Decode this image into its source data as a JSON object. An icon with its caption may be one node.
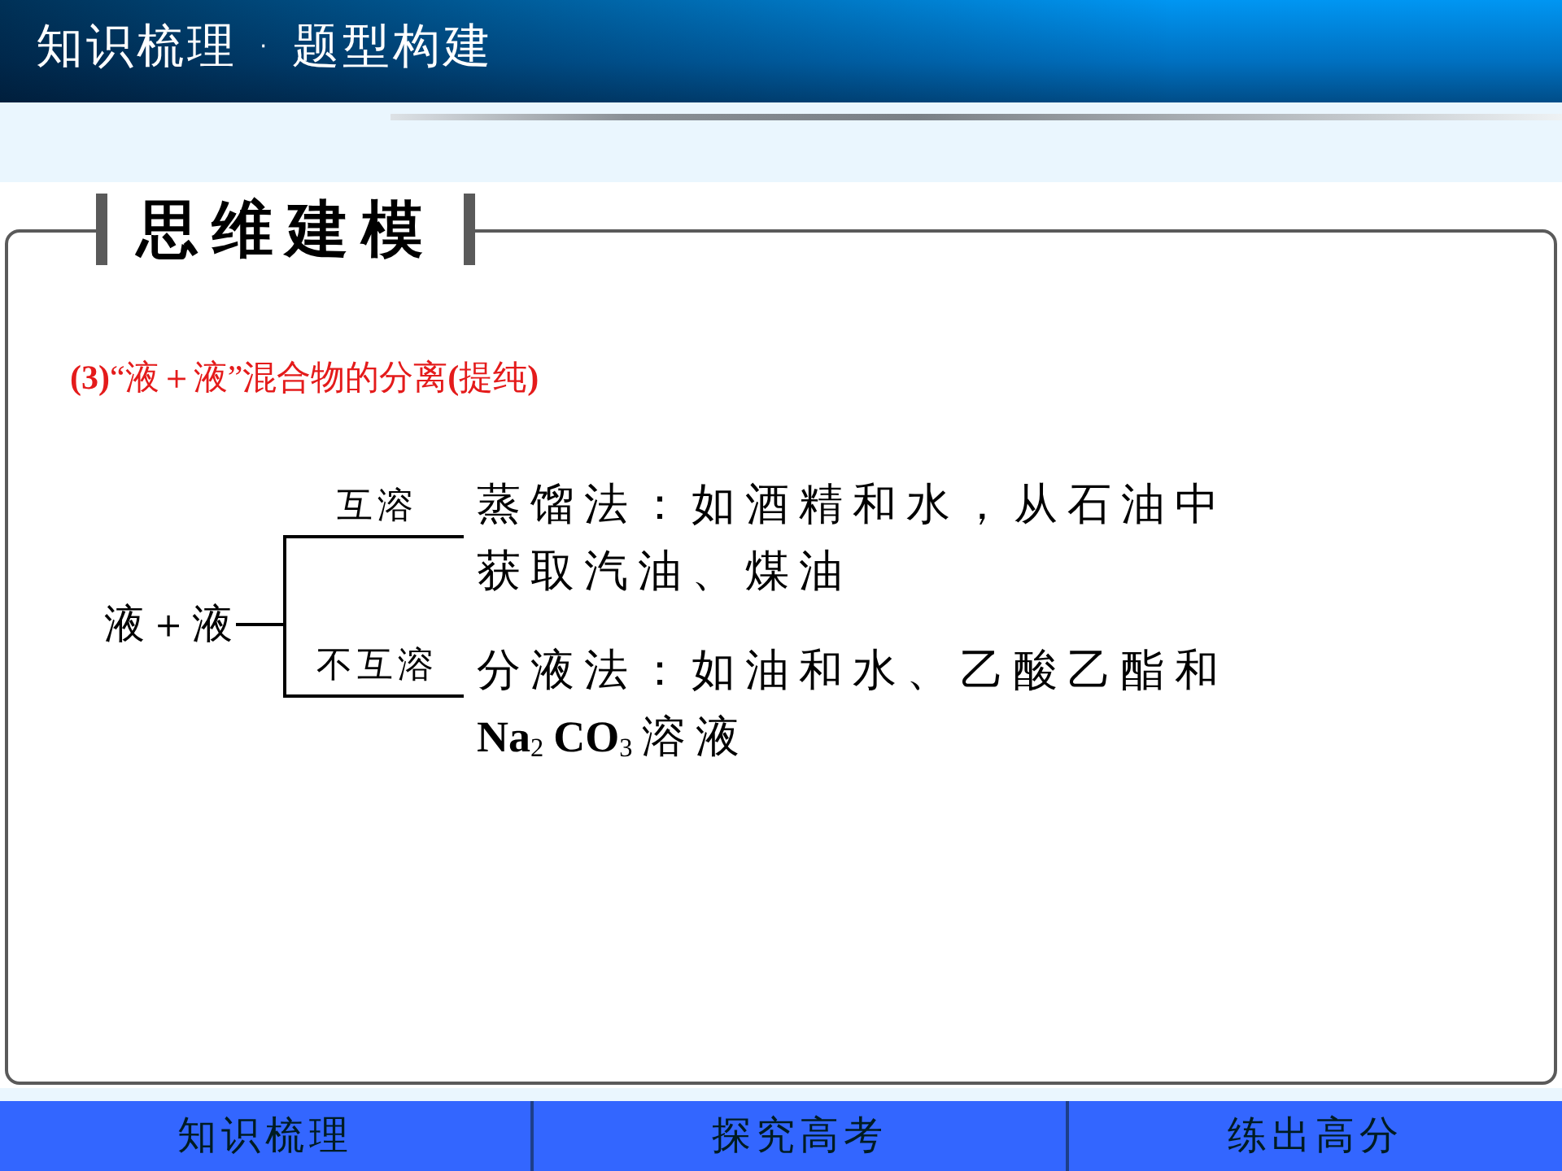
{
  "diagram": {
    "title": "知识梳理 · 题型构建",
    "nodes": [
      {
        "text": [
          "思维建模"
        ]
      },
      {
        "text": [
          "液＋液"
        ],
        "in": 0
      },
      {
        "text": [
          "蒸馏法：如酒精和水，从石油中获取汽油、煤油"
        ],
        "in": 0
      },
      {
        "text": [
          "分液法：如油和水、乙酸乙酯和**Na**$_{2}$**CO**$_{3}$溶液"
        ],
        "in": 0
      }
    ],
    "edges": [
      {
        "from": 1,
        "to": 2,
        "arrow": "none",
        "label": "互溶"
      },
      {
        "from": 1,
        "to": 3,
        "arrow": "none",
        "label": "不互溶"
      }
    ],
    "labels": [
      "**(3)**“液＋液”混合物的分离**(**提纯**)**",
      "知识梳理",
      "探究高考",
      "练出高分"
    ]
  }
}
